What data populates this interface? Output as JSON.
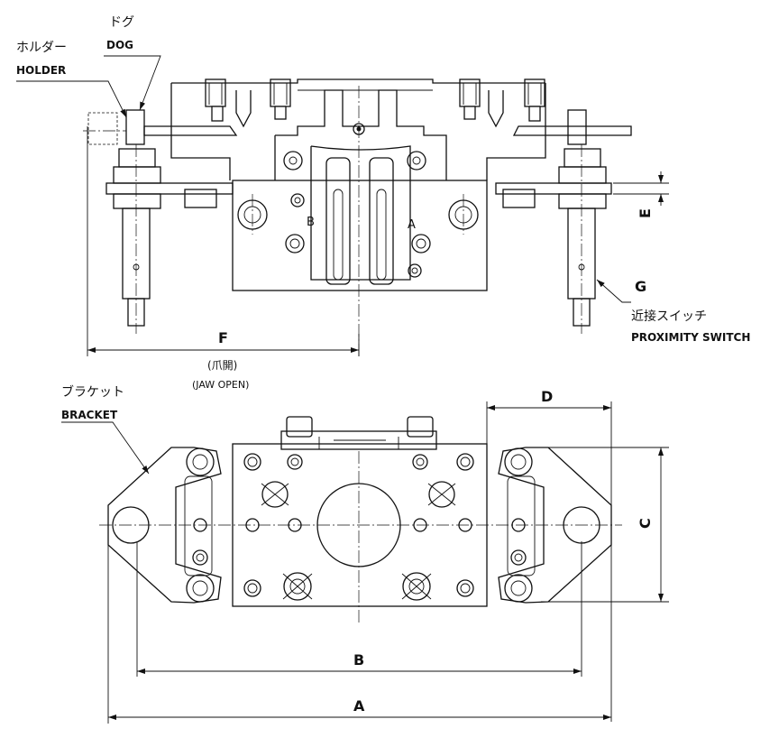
{
  "labels": {
    "dog_jp": "ドグ",
    "dog_en": "DOG",
    "holder_jp": "ホルダー",
    "holder_en": "HOLDER",
    "switch_jp": "近接スイッチ",
    "switch_en": "PROXIMITY SWITCH",
    "bracket_jp": "ブラケット",
    "bracket_en": "BRACKET",
    "jaw_open_jp": "(爪開)",
    "jaw_open_en": "(JAW OPEN)",
    "port_a": "A",
    "port_b": "B"
  },
  "dimensions": {
    "a": "A",
    "b": "B",
    "c": "C",
    "d": "D",
    "e": "E",
    "f": "F",
    "g": "G"
  }
}
